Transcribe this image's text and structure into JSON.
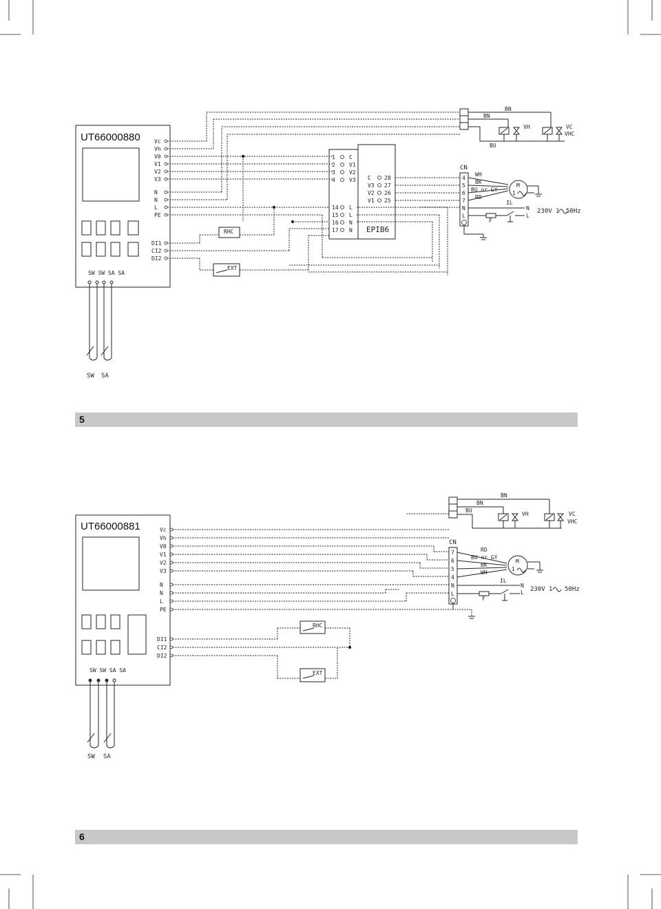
{
  "diagram1": {
    "model": "UT66000880",
    "terminals_left": [
      "Vc",
      "Vh",
      "V0",
      "V1",
      "V2",
      "V3",
      "N",
      "N",
      "L",
      "PE"
    ],
    "inputs_left": [
      "DI1",
      "CI2",
      "DI2"
    ],
    "sensor_header": "SW SW SA SA",
    "sensor_labels": [
      "SW",
      "SA"
    ],
    "rhc": "RHC",
    "ext": "EXT",
    "board_left": [
      "1",
      "2",
      "3",
      "4",
      "14",
      "15",
      "16",
      "17"
    ],
    "board_mid": [
      "C",
      "V1",
      "V2",
      "V3",
      "L",
      "L",
      "N",
      "N"
    ],
    "board_right_left": [
      "C",
      "V3",
      "V2",
      "V1"
    ],
    "board_right_num": [
      "28",
      "27",
      "26",
      "25"
    ],
    "board_name": "EPIB6",
    "cn": "CN",
    "cn_pins": [
      "4",
      "5",
      "6",
      "7",
      "N",
      "L"
    ],
    "wire_colors": [
      "WH",
      "BK",
      "BU or GY",
      "RD"
    ],
    "bn": "BN",
    "bu": "BU",
    "vh": "VH",
    "vc": "VC",
    "vhc": "VHC",
    "motor_m": "M",
    "motor_ph": "1",
    "il": "IL",
    "f": "F",
    "n": "N",
    "l": "L",
    "supply": "230V 1",
    "freq": "50Hz",
    "page": "5"
  },
  "diagram2": {
    "model": "UT66000881",
    "terminals_left": [
      "Vc",
      "Vh",
      "V0",
      "V1",
      "V2",
      "V3",
      "N",
      "N",
      "L",
      "PE"
    ],
    "inputs_left": [
      "DI1",
      "CI2",
      "DI2"
    ],
    "sensor_header": "SW SW SA SA",
    "sensor_labels": [
      "SW",
      "SA"
    ],
    "rhc": "RHC",
    "ext": "EXT",
    "cn": "CN",
    "cn_pins": [
      "7",
      "6",
      "5",
      "4",
      "N",
      "L"
    ],
    "wire_colors": [
      "RD",
      "BU or GY",
      "BK",
      "WH"
    ],
    "bn": "BN",
    "bu": "BU",
    "vh": "VH",
    "vc": "VC",
    "vhc": "VHC",
    "motor_m": "M",
    "motor_ph": "1",
    "il": "IL",
    "f": "F",
    "n": "N",
    "l": "L",
    "supply": "230V",
    "supply_ph": "1",
    "freq": "50Hz",
    "page": "6"
  }
}
